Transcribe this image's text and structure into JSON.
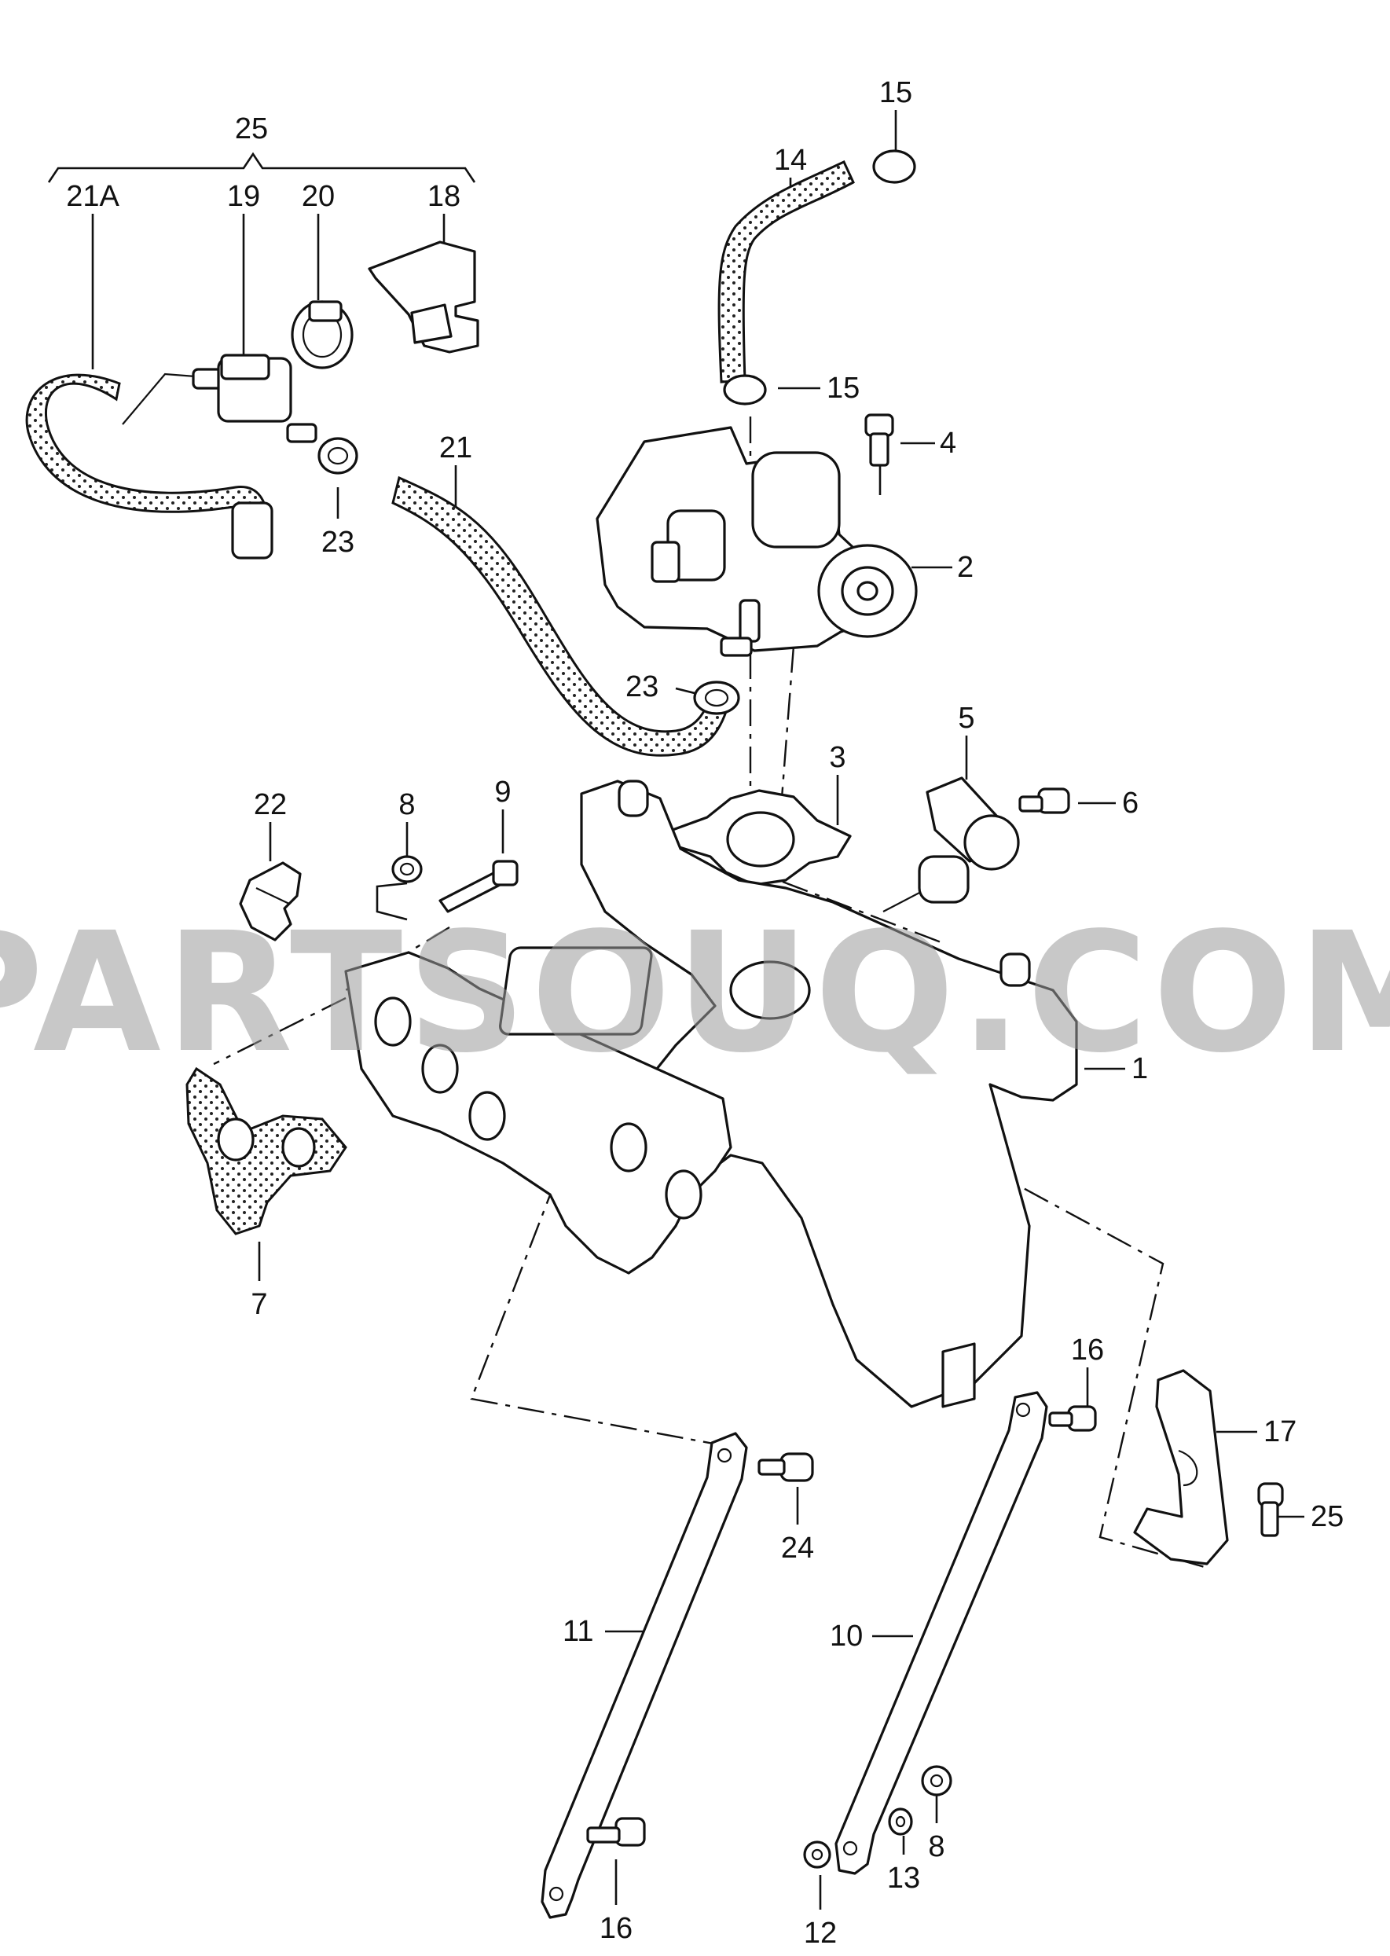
{
  "watermark": "PARTSOUQ.COM",
  "callouts": [
    {
      "id": "c25-top",
      "text": "25"
    },
    {
      "id": "c21A",
      "text": "21A"
    },
    {
      "id": "c19",
      "text": "19"
    },
    {
      "id": "c20",
      "text": "20"
    },
    {
      "id": "c18",
      "text": "18"
    },
    {
      "id": "c15-top",
      "text": "15"
    },
    {
      "id": "c14",
      "text": "14"
    },
    {
      "id": "c15-mid",
      "text": "15"
    },
    {
      "id": "c4",
      "text": "4"
    },
    {
      "id": "c21",
      "text": "21"
    },
    {
      "id": "c23-left",
      "text": "23"
    },
    {
      "id": "c2",
      "text": "2"
    },
    {
      "id": "c23-mid",
      "text": "23"
    },
    {
      "id": "c5",
      "text": "5"
    },
    {
      "id": "c6",
      "text": "6"
    },
    {
      "id": "c3",
      "text": "3"
    },
    {
      "id": "c22",
      "text": "22"
    },
    {
      "id": "c8-top",
      "text": "8"
    },
    {
      "id": "c9",
      "text": "9"
    },
    {
      "id": "c1",
      "text": "1"
    },
    {
      "id": "c7",
      "text": "7"
    },
    {
      "id": "c16-right",
      "text": "16"
    },
    {
      "id": "c17",
      "text": "17"
    },
    {
      "id": "c25-right",
      "text": "25"
    },
    {
      "id": "c24",
      "text": "24"
    },
    {
      "id": "c11",
      "text": "11"
    },
    {
      "id": "c10",
      "text": "10"
    },
    {
      "id": "c8-bottom",
      "text": "8"
    },
    {
      "id": "c13",
      "text": "13"
    },
    {
      "id": "c16-bottom",
      "text": "16"
    },
    {
      "id": "c12",
      "text": "12"
    }
  ]
}
